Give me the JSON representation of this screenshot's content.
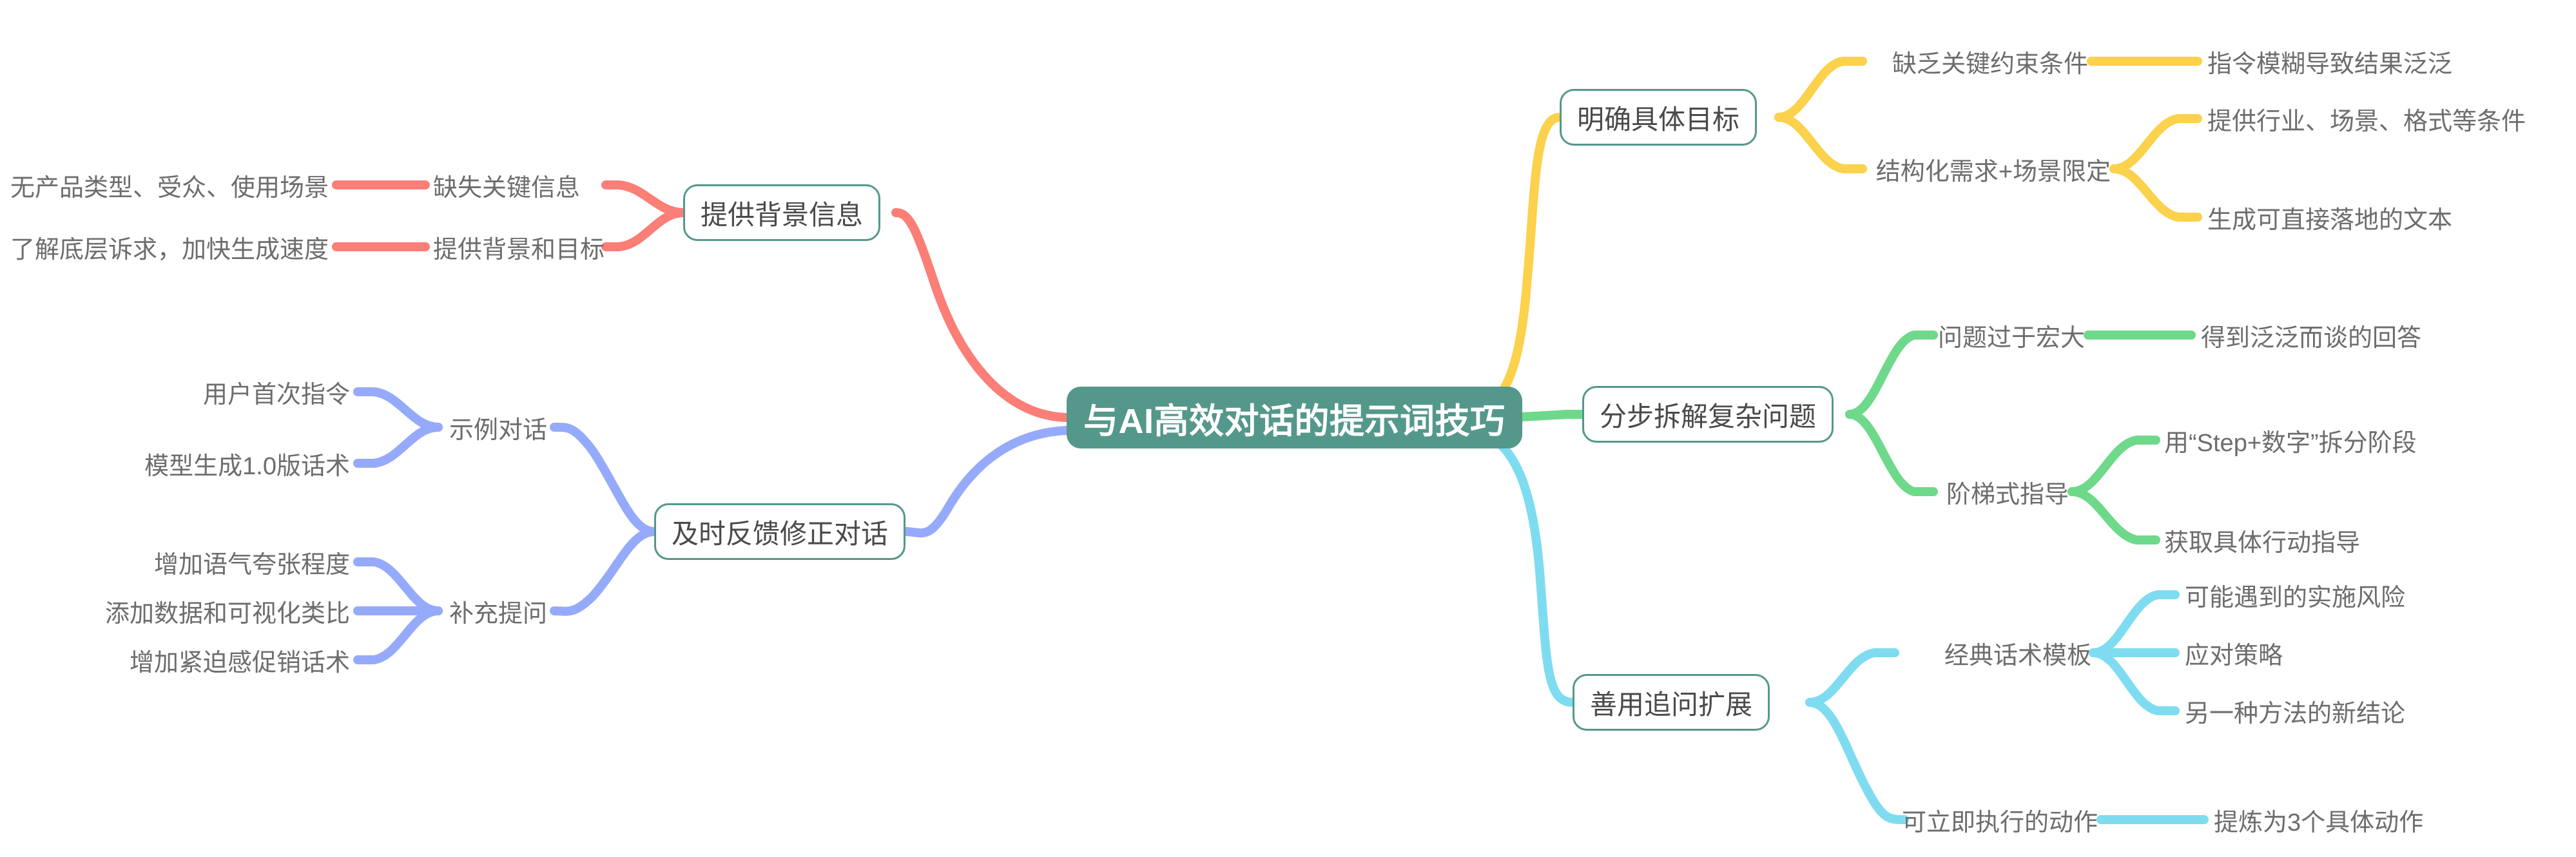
{
  "diagram": {
    "type": "mindmap",
    "title": "与AI高效对话的提示词技巧",
    "background_color": "#ffffff",
    "root_fill": "#54988B",
    "root_text_color": "#ffffff",
    "branch_border_color": "#54988B",
    "text_color": "#6d6d6d"
  },
  "root": {
    "label": "与AI高效对话的提示词技巧"
  },
  "branches": [
    {
      "id": "branch-background-info",
      "label": "提供背景信息",
      "color": "#FB7E77",
      "side": "left",
      "children": [
        {
          "id": "missing-key-info",
          "label": "缺失关键信息",
          "children": [
            {
              "id": "no-product-type",
              "label": "无产品类型、受众、使用场景"
            }
          ]
        },
        {
          "id": "provide-bg-goal",
          "label": "提供背景和目标",
          "children": [
            {
              "id": "understand-core-need",
              "label": "了解底层诉求，加快生成速度"
            }
          ]
        }
      ]
    },
    {
      "id": "branch-feedback-correction",
      "label": "及时反馈修正对话",
      "color": "#96AAFB",
      "side": "left",
      "children": [
        {
          "id": "sample-dialogue",
          "label": "示例对话",
          "children": [
            {
              "id": "user-first-instruction",
              "label": "用户首次指令"
            },
            {
              "id": "model-v1-script",
              "label": "模型生成1.0版话术"
            }
          ]
        },
        {
          "id": "followup-question",
          "label": "补充提问",
          "children": [
            {
              "id": "increase-tone",
              "label": "增加语气夸张程度"
            },
            {
              "id": "add-data-visual",
              "label": "添加数据和可视化类比"
            },
            {
              "id": "add-urgency",
              "label": "增加紧迫感促销话术"
            }
          ]
        }
      ]
    },
    {
      "id": "branch-clear-goal",
      "label": "明确具体目标",
      "color": "#FCD14B",
      "side": "right",
      "children": [
        {
          "id": "lack-constraints",
          "label": "缺乏关键约束条件",
          "children": [
            {
              "id": "vague-instruction",
              "label": "指令模糊导致结果泛泛"
            }
          ]
        },
        {
          "id": "structured-need",
          "label": "结构化需求+场景限定",
          "children": [
            {
              "id": "provide-industry",
              "label": "提供行业、场景、格式等条件"
            },
            {
              "id": "generate-actionable-text",
              "label": "生成可直接落地的文本"
            }
          ]
        }
      ]
    },
    {
      "id": "branch-stepwise-decompose",
      "label": "分步拆解复杂问题",
      "color": "#6ED98A",
      "side": "right",
      "children": [
        {
          "id": "question-too-broad",
          "label": "问题过于宏大",
          "children": [
            {
              "id": "generic-answer",
              "label": "得到泛泛而谈的回答"
            }
          ]
        },
        {
          "id": "stepwise-guidance",
          "label": "阶梯式指导",
          "children": [
            {
              "id": "use-step-number",
              "label": "用“Step+数字”拆分阶段"
            },
            {
              "id": "get-concrete-action",
              "label": "获取具体行动指导"
            }
          ]
        }
      ]
    },
    {
      "id": "branch-followup-expand",
      "label": "善用追问扩展",
      "color": "#7FDCF0",
      "side": "right",
      "children": [
        {
          "id": "classic-script-template",
          "label": "经典话术模板",
          "children": [
            {
              "id": "possible-risk",
              "label": "可能遇到的实施风险"
            },
            {
              "id": "response-strategy",
              "label": "应对策略"
            },
            {
              "id": "alternative-conclusion",
              "label": "另一种方法的新结论"
            }
          ]
        },
        {
          "id": "immediate-action",
          "label": "可立即执行的动作",
          "children": [
            {
              "id": "refine-3-actions",
              "label": "提炼为3个具体动作"
            }
          ]
        }
      ]
    }
  ]
}
